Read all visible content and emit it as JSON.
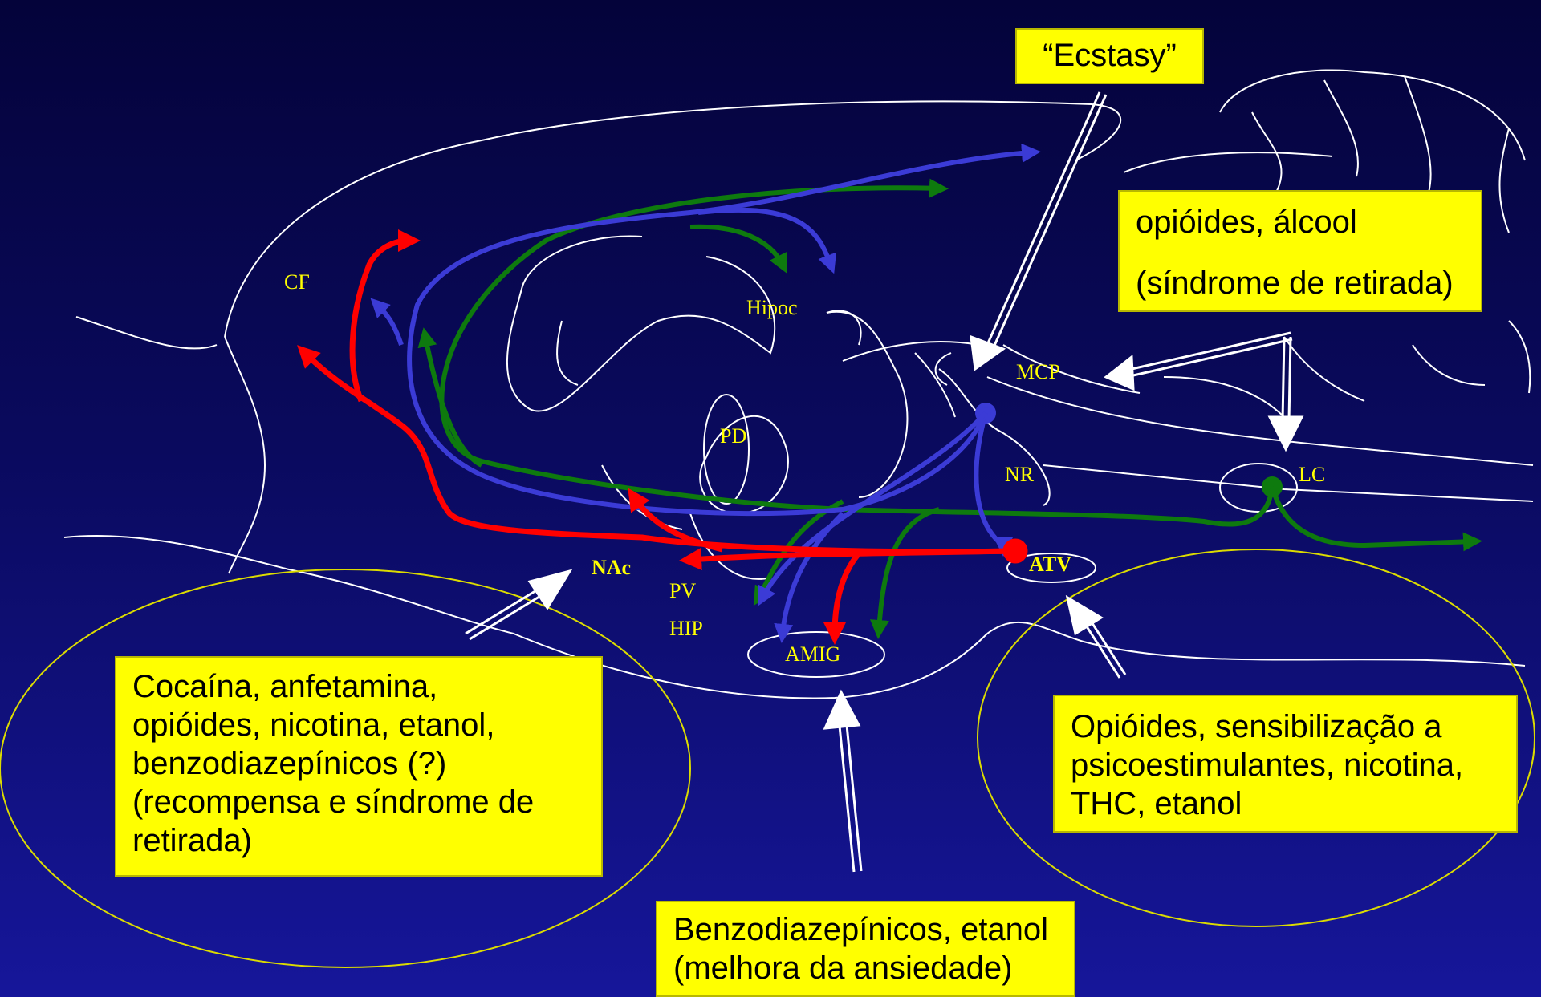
{
  "regions": {
    "cf": "CF",
    "hipoc": "Hipoc",
    "pd": "PD",
    "mcp": "MCP",
    "nr": "NR",
    "lc": "LC",
    "nac": "NAc",
    "pv": "PV",
    "hip": "HIP",
    "atv": "ATV",
    "amig": "AMIG"
  },
  "boxes": {
    "ecstasy": "“Ecstasy”",
    "opioides_alcool": [
      "opióides, álcool",
      "(síndrome de retirada)"
    ],
    "cocaina": [
      "Cocaína, anfetamina,",
      "opióides, nicotina, etanol,",
      "benzodiazepínicos (?)",
      "(recompensa e síndrome de",
      "retirada)"
    ],
    "opioides_sens": [
      "Opióides, sensibilização a",
      "psicoestimulantes, nicotina,",
      "THC, etanol"
    ],
    "benzo": [
      "Benzodiazepínicos, etanol",
      "(melhora da ansiedade)"
    ]
  },
  "colors": {
    "dopamine_pathway": "#ff0000",
    "serotonin_pathway": "#3b3bd6",
    "noradrenaline_pathway": "#0e7a0e",
    "label_text": "#ffff00",
    "box_fill": "#ffff00",
    "outline": "#ffffff"
  }
}
